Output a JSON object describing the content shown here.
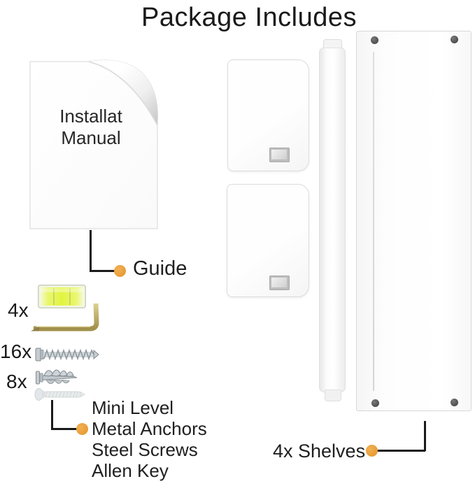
{
  "title": "Package Includes",
  "manual": {
    "text_line1": "Installat",
    "text_line2": "Manual",
    "callout_label": "Guide"
  },
  "hardware": {
    "level_qty": "4x",
    "screw_qty": "16x",
    "anchor_qty": "8x",
    "callout_labels": [
      "Mini Level",
      "Metal Anchors",
      "Steel Screws",
      "Allen Key"
    ]
  },
  "shelves": {
    "callout_label": "4x Shelves"
  },
  "colors": {
    "accent_orange": "#E89C35",
    "callout_line": "#1A1A1A",
    "text": "#1F1F1F",
    "level_liquid": "#E2F442",
    "allen_key_brass": "#B3A25C",
    "metal_gray": "#C6CDD2"
  }
}
